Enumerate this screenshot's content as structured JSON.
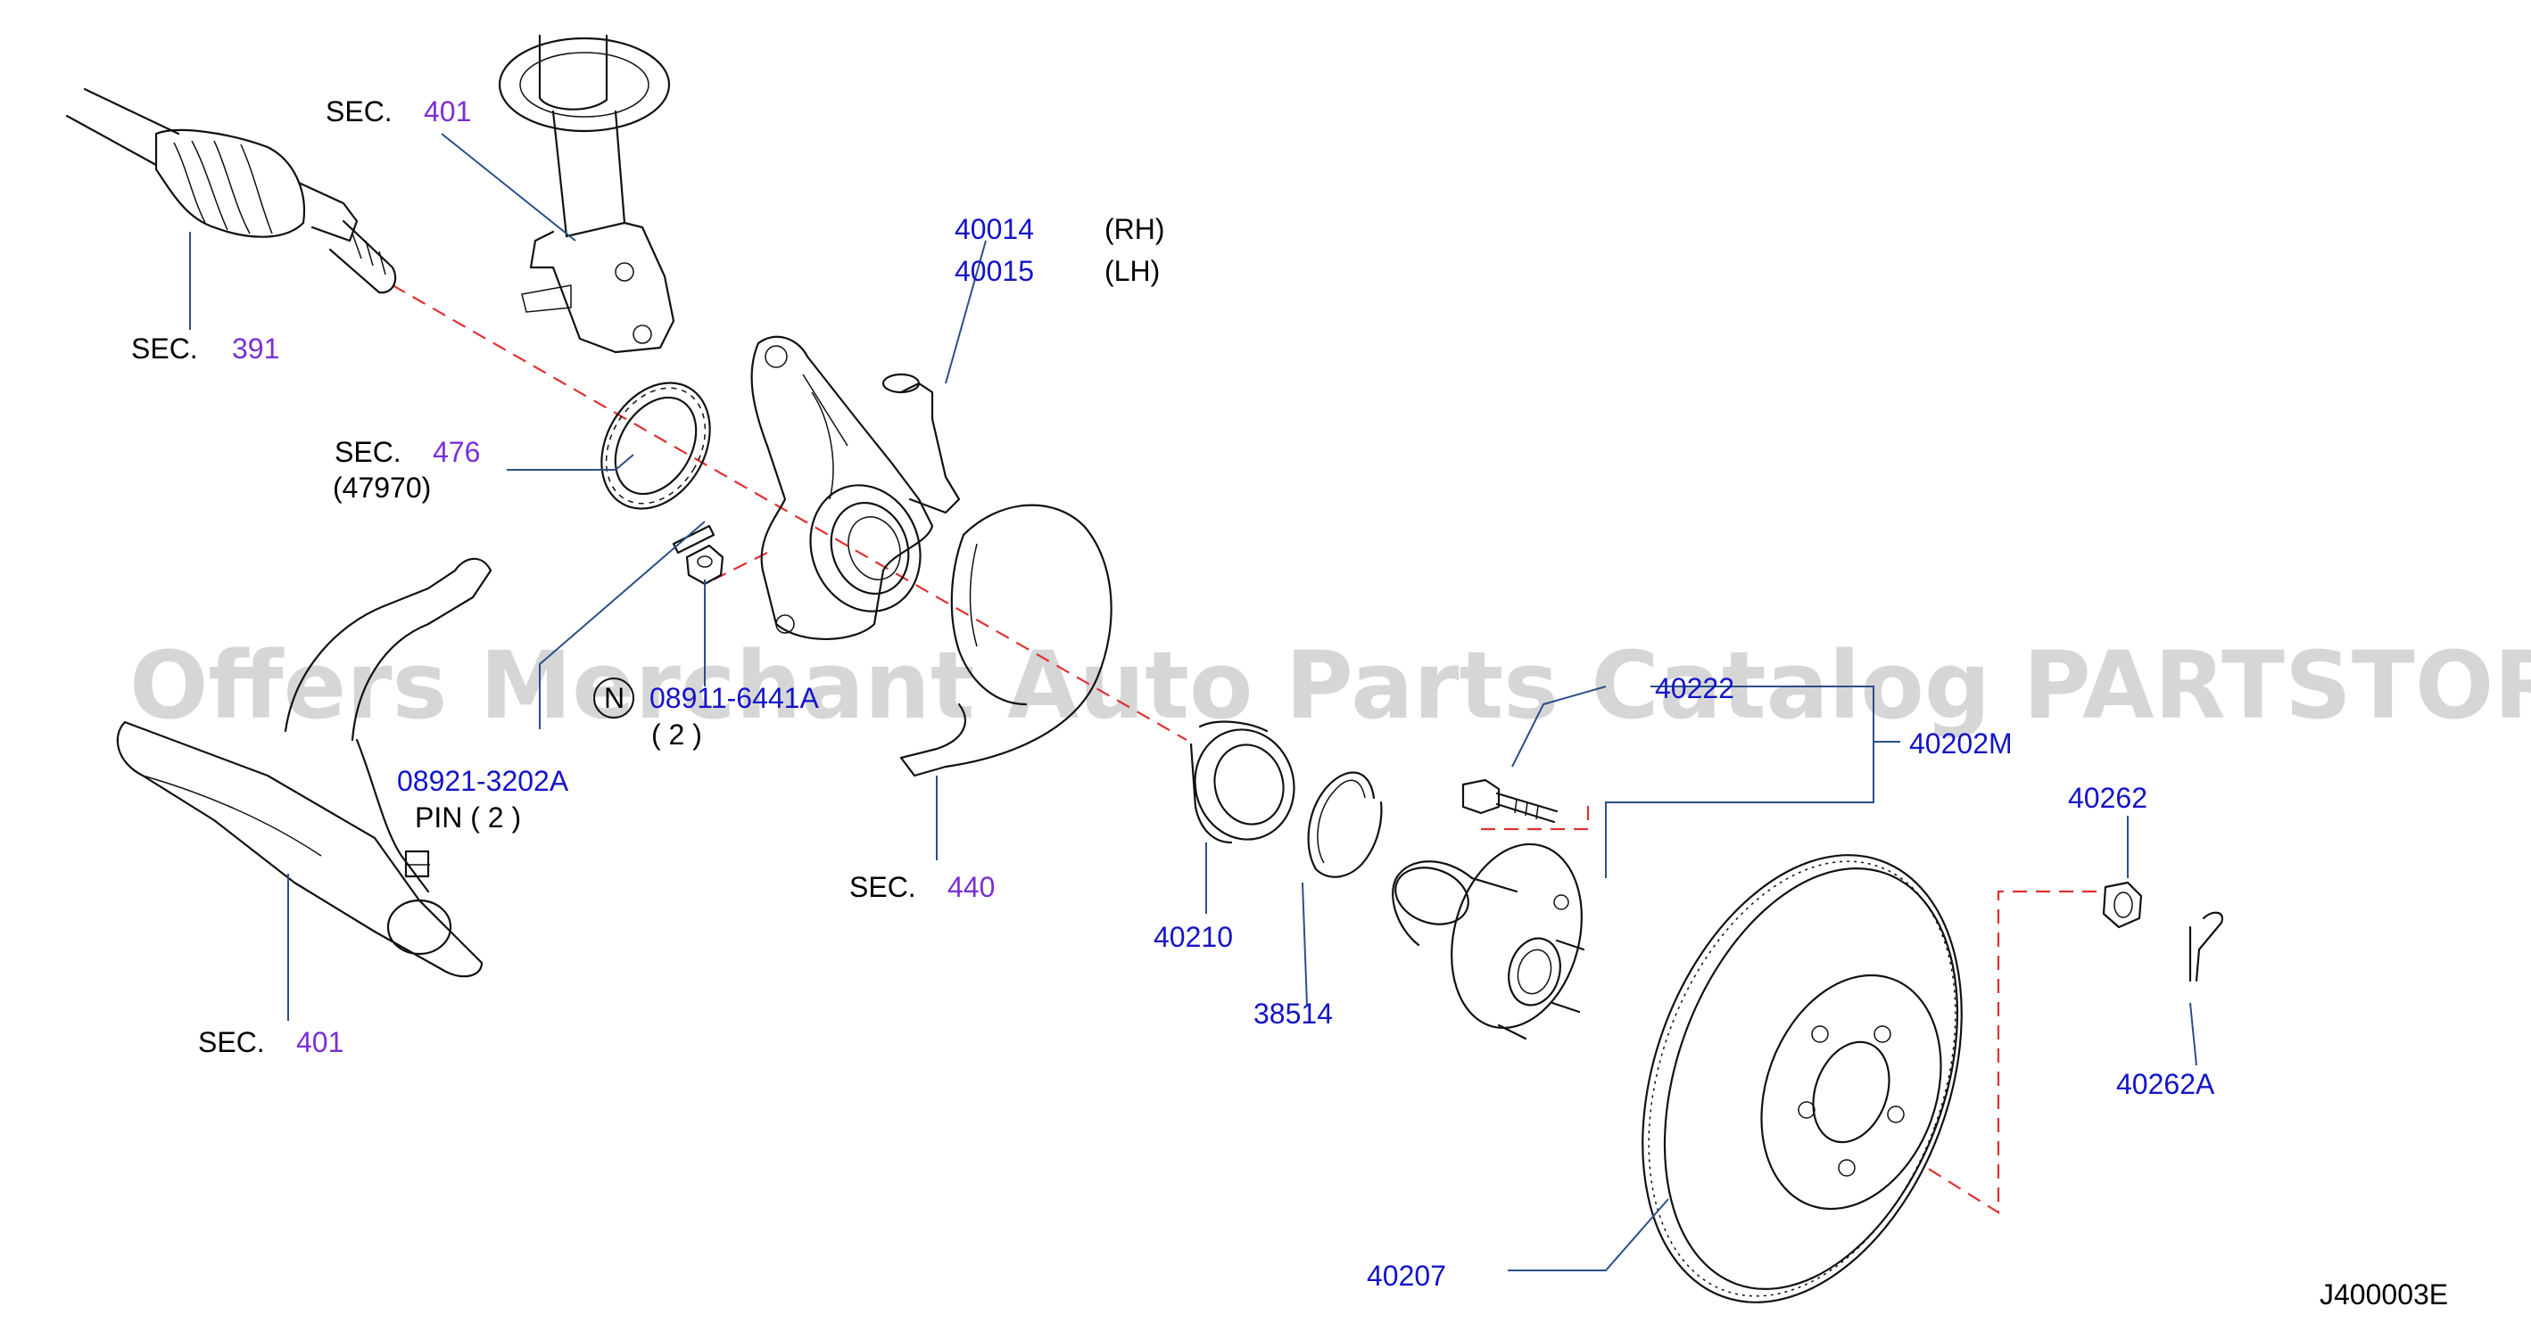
{
  "diagram": {
    "watermark": "Offers Merchant Auto Parts Catalog PARTSTORE.SA",
    "drawing_code": "J400003E",
    "labels": {
      "sec401_top_prefix": "SEC.",
      "sec401_top_num": "401",
      "sec391_prefix": "SEC.",
      "sec391_num": "391",
      "sec476_prefix": "SEC.",
      "sec476_num": "476",
      "sec476_sub": "(47970)",
      "sec440_prefix": "SEC.",
      "sec440_num": "440",
      "sec401_bot_prefix": "SEC.",
      "sec401_bot_num": "401",
      "p40014": "40014",
      "p40014_side": "(RH)",
      "p40015": "40015",
      "p40015_side": "(LH)",
      "p08911": "08911-6441A",
      "p08911_circle": "N",
      "p08911_qty": "( 2 )",
      "p08921": "08921-3202A",
      "p08921_sub": "PIN ( 2 )",
      "p40210": "40210",
      "p38514": "38514",
      "p40222": "40222",
      "p40202M": "40202M",
      "p40262": "40262",
      "p40262A": "40262A",
      "p40207": "40207"
    }
  }
}
